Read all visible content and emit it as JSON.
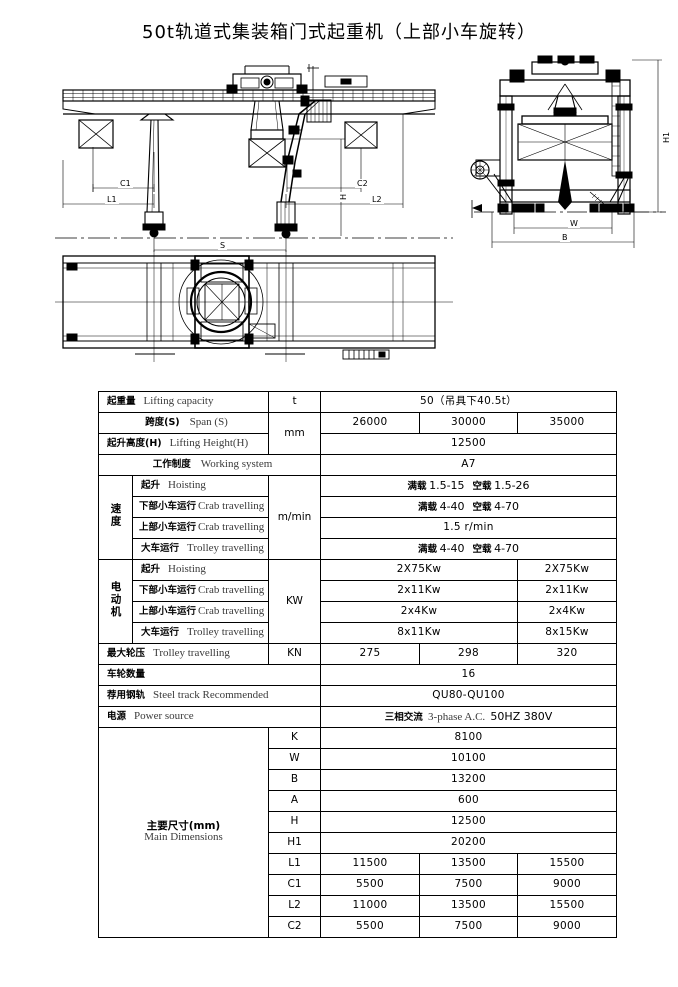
{
  "title": "50t轨道式集装箱门式起重机（上部小车旋转）",
  "drawing": {
    "elevation_labels": [
      "C1",
      "L1",
      "H",
      "S",
      "C2",
      "L2"
    ],
    "side_labels": [
      "H1",
      "W",
      "B"
    ]
  },
  "spec": {
    "rows": {
      "lifting_capacity": {
        "cn": "起重量",
        "en": "Lifting capacity",
        "unit": "t",
        "value": "50（吊具下40.5t）"
      },
      "span": {
        "cn": "跨度(S)",
        "en": "Span (S)",
        "unit": "mm",
        "values": [
          "26000",
          "30000",
          "35000"
        ]
      },
      "lifting_height": {
        "cn": "起升高度(H)",
        "en": "Lifting Height(H)",
        "value": "12500"
      },
      "working_system": {
        "cn": "工作制度",
        "en": "Working system",
        "value": "A7"
      },
      "speed_group": {
        "cn": "速度",
        "unit": "m/min"
      },
      "speed_hoisting": {
        "cn": "起升",
        "en": "Hoisting",
        "value_cn1": "满载",
        "value_v1": "1.5-15",
        "value_cn2": "空载",
        "value_v2": "1.5-26"
      },
      "speed_lower_crab": {
        "cn": "下部小车运行",
        "en": "Crab travelling",
        "value_cn1": "满载",
        "value_v1": "4-40",
        "value_cn2": "空载",
        "value_v2": "4-70"
      },
      "speed_upper_crab": {
        "cn": "上部小车运行",
        "en": "Crab travelling",
        "value": "1.5  r/min"
      },
      "speed_trolley": {
        "cn": "大车运行",
        "en": "Trolley travelling",
        "value_cn1": "满载",
        "value_v1": "4-40",
        "value_cn2": "空载",
        "value_v2": "4-70"
      },
      "motor_group": {
        "cn": "电动机",
        "unit": "KW"
      },
      "motor_hoisting": {
        "cn": "起升",
        "en": "Hoisting",
        "value_a": "2X75Kw",
        "value_b": "2X75Kw"
      },
      "motor_lower_crab": {
        "cn": "下部小车运行",
        "en": "Crab travelling",
        "value_a": "2x11Kw",
        "value_b": "2x11Kw"
      },
      "motor_upper_crab": {
        "cn": "上部小车运行",
        "en": "Crab travelling",
        "value_a": "2x4Kw",
        "value_b": "2x4Kw"
      },
      "motor_trolley": {
        "cn": "大车运行",
        "en": "Trolley travelling",
        "value_a": "8x11Kw",
        "value_b": "8x15Kw"
      },
      "max_wheel_load": {
        "cn": "最大轮压",
        "en": "Trolley travelling",
        "unit": "KN",
        "values": [
          "275",
          "298",
          "320"
        ]
      },
      "wheel_qty": {
        "cn": "车轮数量",
        "en": "",
        "value": "16"
      },
      "steel_track": {
        "cn": "荐用钢轨",
        "en": "Steel track Recommended",
        "value": "QU80-QU100"
      },
      "power_source": {
        "cn": "电源",
        "en": "Power source",
        "value_cn": "三相交流",
        "value_en": "3-phase A.C.",
        "value_num": "50HZ 380V"
      }
    },
    "main_dimensions": {
      "cn": "主要尺寸(mm)",
      "en": "Main Dimensions",
      "items": [
        {
          "name": "K",
          "span": true,
          "value": "8100"
        },
        {
          "name": "W",
          "span": true,
          "value": "10100"
        },
        {
          "name": "B",
          "span": true,
          "value": "13200"
        },
        {
          "name": "A",
          "span": true,
          "value": "600"
        },
        {
          "name": "H",
          "span": true,
          "value": "12500"
        },
        {
          "name": "H1",
          "span": true,
          "value": "20200"
        },
        {
          "name": "L1",
          "span": false,
          "values": [
            "11500",
            "13500",
            "15500"
          ]
        },
        {
          "name": "C1",
          "span": false,
          "values": [
            "5500",
            "7500",
            "9000"
          ]
        },
        {
          "name": "L2",
          "span": false,
          "values": [
            "11000",
            "13500",
            "15500"
          ]
        },
        {
          "name": "C2",
          "span": false,
          "values": [
            "5500",
            "7500",
            "9000"
          ]
        }
      ]
    }
  }
}
